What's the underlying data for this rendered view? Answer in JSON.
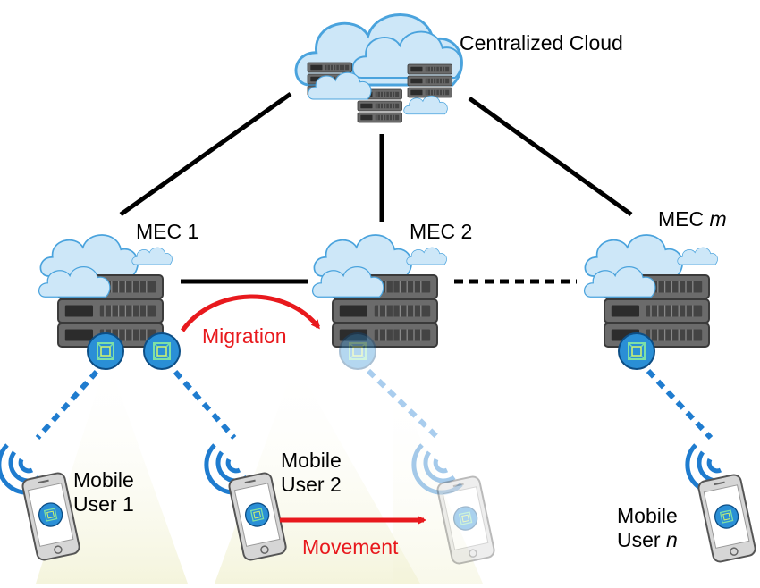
{
  "cloud": {
    "label": "Centralized Cloud"
  },
  "mec_nodes": [
    {
      "id": "mec-1",
      "label": "MEC 1",
      "label_suffix": ""
    },
    {
      "id": "mec-2",
      "label": "MEC 2",
      "label_suffix": ""
    },
    {
      "id": "mec-m",
      "label": "MEC ",
      "label_suffix": "m"
    }
  ],
  "users": [
    {
      "id": "user-1",
      "line1": "Mobile",
      "line2": "User 1",
      "line2_suffix": ""
    },
    {
      "id": "user-2",
      "line1": "Mobile",
      "line2": "User 2",
      "line2_suffix": ""
    },
    {
      "id": "user-n",
      "line1": "Mobile",
      "line2": "User ",
      "line2_suffix": "n"
    }
  ],
  "annotations": {
    "migration": "Migration",
    "movement": "Movement"
  },
  "colors": {
    "link": "#000000",
    "wireless": "#1f7ccf",
    "wireless_faded": "#a9cdee",
    "arrow": "#e8191d",
    "cloud_fill": "#cde7f8",
    "cloud_stroke": "#4aa3dd",
    "server_fill": "#6b6b6b",
    "server_slot": "#2c2c2c",
    "vm_fill": "#2a8fd6",
    "vm_core": "#7ee0a6",
    "phone_body": "#d6d6d6",
    "beam": "#f6f6df"
  },
  "icons": [
    "cloud-icon",
    "server-rack-icon",
    "vm-container-icon",
    "wifi-signal-icon",
    "smartphone-icon"
  ]
}
